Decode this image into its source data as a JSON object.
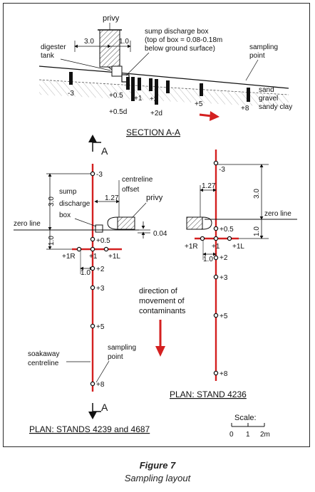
{
  "figure": {
    "number": "Figure 7",
    "caption": "Sampling layout"
  },
  "section": {
    "title": "SECTION A-A",
    "privy": "privy",
    "dim_3": "3.0",
    "dim_1": "1.0",
    "digester_1": "digester",
    "digester_2": "tank",
    "sump_1": "sump  discharge box",
    "sump_2": "(top of box = 0.08-0.18m",
    "sump_3": "below ground surface)",
    "sampling_1": "sampling",
    "sampling_2": "point",
    "soil_1": "sand",
    "soil_2": "gravel",
    "soil_3": "sandy clay",
    "p_m3": "-3",
    "p_05": "+0.5",
    "p_05d": "+0.5d",
    "p_1": "+1",
    "p_2": "+2",
    "p_2d": "+2d",
    "p_5": "+5",
    "p_8": "+8"
  },
  "plan_left": {
    "title": "PLAN: STANDS 4239 and 4687",
    "section_mark": "A",
    "p_m3": "-3",
    "p_05": "+0.5",
    "p_1": "+1",
    "p_1r": "+1R",
    "p_1l": "+1L",
    "p_2": "+2",
    "p_3": "+3",
    "p_5": "+5",
    "p_8": "+8",
    "dim_30": "3.0",
    "dim_10": "1.0",
    "dim_127": "1.27",
    "dim_004": "0.04",
    "dim_10b": "1.0",
    "zero_line": "zero line",
    "sump_1": "sump",
    "sump_2": "discharge",
    "sump_3": "box",
    "centreline_1": "centreline",
    "centreline_2": "offset",
    "privy": "privy",
    "soakaway_1": "soakaway",
    "soakaway_2": "centreline",
    "sampling_1": "sampling",
    "sampling_2": "point"
  },
  "plan_right": {
    "title": "PLAN:  STAND 4236",
    "p_m3": "-3",
    "p_05": "+0.5",
    "p_1": "+1",
    "p_1r": "+1R",
    "p_1l": "+1L",
    "p_2": "+2",
    "p_3": "+3",
    "p_5": "+5",
    "p_8": "+8",
    "dim_127": "1.27",
    "dim_30": "3.0",
    "dim_10": "1.0",
    "dim_10b": "1.0",
    "zero_line": "zero line"
  },
  "direction": {
    "line_1": "direction of",
    "line_2": "movement of",
    "line_3": "contaminants"
  },
  "scale": {
    "title": "Scale:",
    "t0": "0",
    "t1": "1",
    "t2": "2m"
  },
  "colors": {
    "red": "#d42020",
    "black": "#111111"
  }
}
